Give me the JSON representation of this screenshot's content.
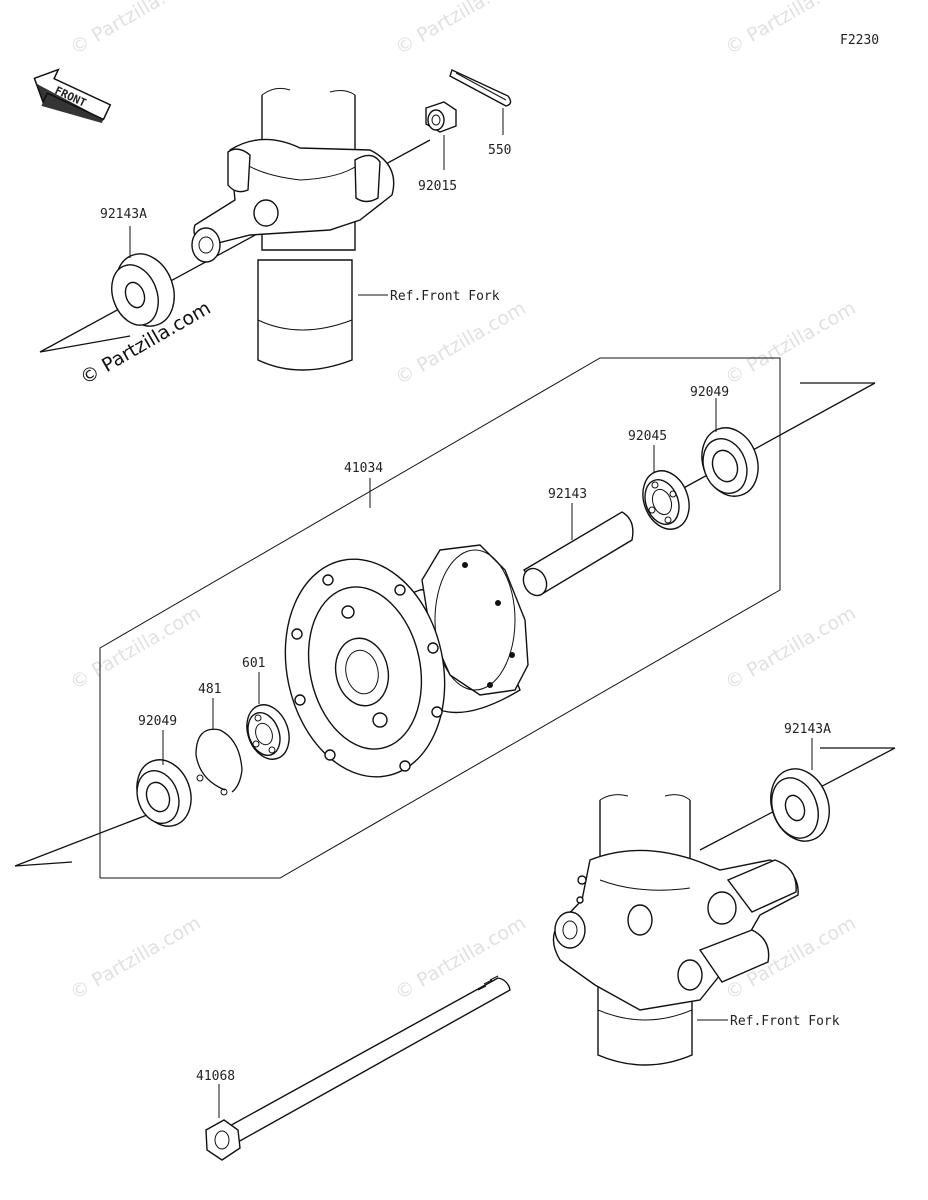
{
  "diagram_code": "F2230",
  "front_label": "FRONT",
  "ref_front_fork_top": "Ref.Front Fork",
  "ref_front_fork_bottom": "Ref.Front Fork",
  "parts": {
    "p550": "550",
    "p92015": "92015",
    "p92143A_top": "92143A",
    "p41034": "41034",
    "p92049_right": "92049",
    "p92045": "92045",
    "p92143": "92143",
    "p601": "601",
    "p481": "481",
    "p92049_left": "92049",
    "p92143A_bottom": "92143A",
    "p41068": "41068"
  },
  "watermark": "© Partzilla.com",
  "watermark_prominent": "© Partzilla.com"
}
